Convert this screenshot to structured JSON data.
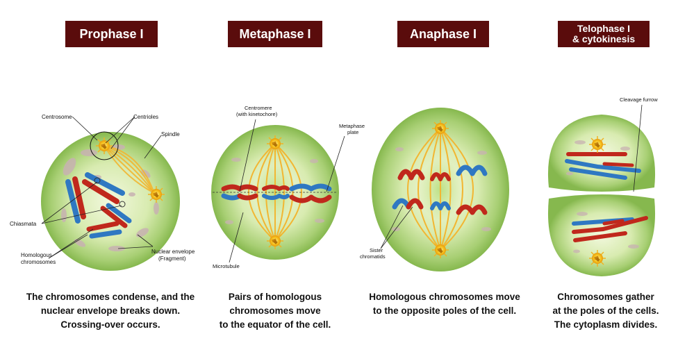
{
  "stages": [
    {
      "title": "Prophase I",
      "caption": "The chromosomes condense, and the\nnuclear envelope breaks down.\nCrossing-over occurs."
    },
    {
      "title": "Metaphase I",
      "caption": "Pairs of homologous\nchromosomes move\nto the equator of the cell."
    },
    {
      "title": "Anaphase I",
      "caption": "Homologous chromosomes move\nto the opposite poles of the cell."
    },
    {
      "title": "Telophase I\n& cytokinesis",
      "caption": "Chromosomes gather\nat the poles of the cells.\nThe cytoplasm divides."
    }
  ],
  "labels": {
    "centrosome": "Centrosome",
    "centrioles": "Centrioles",
    "spindle": "Spindle",
    "chiasmata": "Chiasmata",
    "homologous_1": "Homologous",
    "homologous_2": "chromosomes",
    "nuclear_envelope_1": "Nuclear envelope",
    "nuclear_envelope_2": "(Fragment)",
    "centromere_1": "Centromere",
    "centromere_2": "(with kinetochore)",
    "metaphase_plate_1": "Metaphase",
    "metaphase_plate_2": "plate",
    "microtubule": "Microtubule",
    "sister_1": "Sister",
    "sister_2": "chromatids",
    "cleavage_furrow": "Cleavage furrow"
  },
  "colors": {
    "title_bg": "#5a0c0c",
    "cell_outer": "#8fbf55",
    "cell_inner": "#e6f2c8",
    "chromosome_red": "#c0281c",
    "chromosome_blue": "#2f78c2",
    "spindle": "#f2b632",
    "centrosome": "#f7c31d"
  }
}
